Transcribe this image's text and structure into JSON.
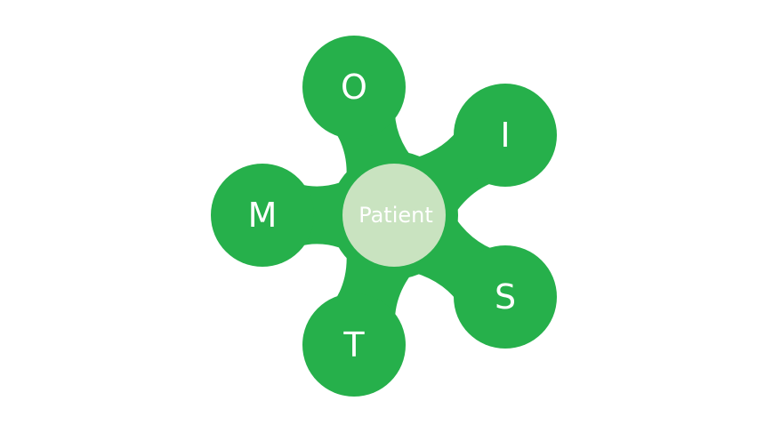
{
  "diagram": {
    "center_label": "Patient",
    "petals": [
      {
        "letter": "O"
      },
      {
        "letter": "I"
      },
      {
        "letter": "S"
      },
      {
        "letter": "T"
      },
      {
        "letter": "M"
      }
    ]
  },
  "colors": {
    "petal": "#26b04b",
    "center": "#c9e3c0",
    "text": "#ffffff",
    "background": "#ffffff"
  }
}
